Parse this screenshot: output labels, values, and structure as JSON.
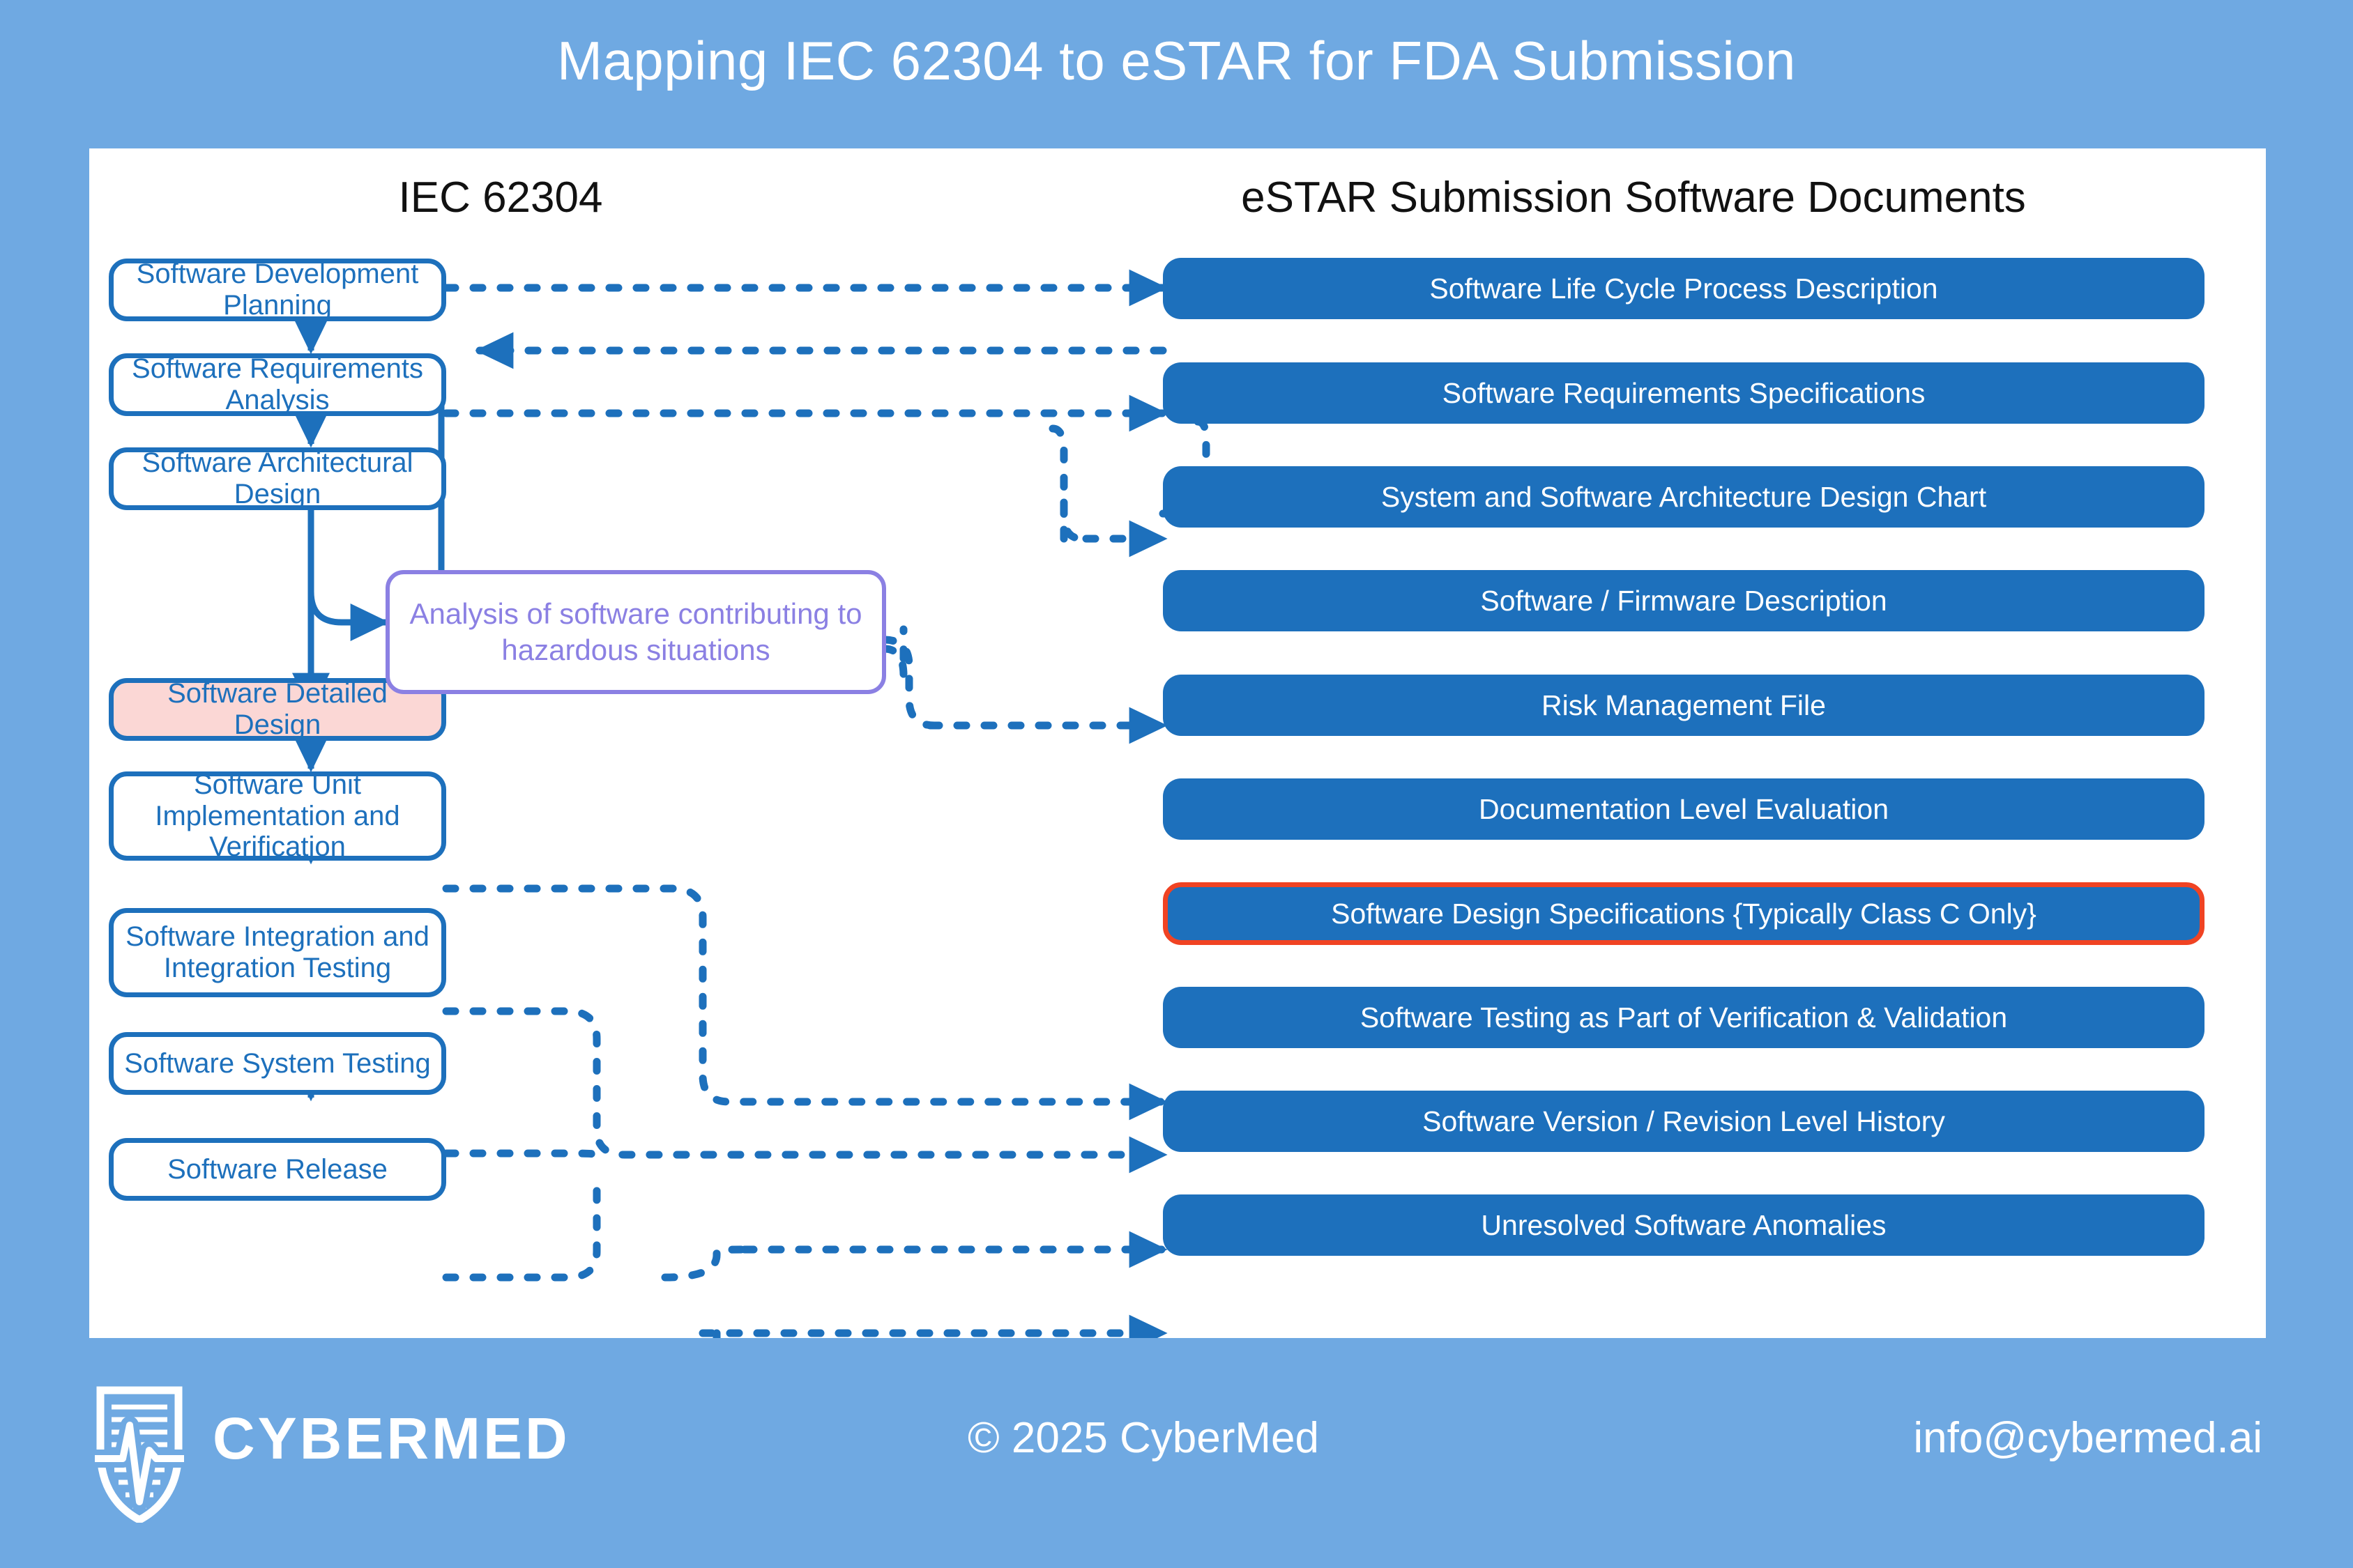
{
  "title": "Mapping IEC 62304 to eSTAR for FDA Submission",
  "panel": {
    "left_heading": "IEC 62304",
    "right_heading": "eSTAR Submission Software Documents"
  },
  "colors": {
    "page_background": "#6FA9E2",
    "panel_background": "#FFFFFF",
    "primary_blue": "#1D70BC",
    "highlight_pink": "#FBD7D5",
    "accent_purple": "#8B80E3",
    "flag_red": "#F04323",
    "title_text": "#FFFFFF"
  },
  "iec_process_steps": [
    {
      "id": "planning",
      "label": "Software Development Planning",
      "fill": "white"
    },
    {
      "id": "requirements",
      "label": "Software Requirements Analysis",
      "fill": "white"
    },
    {
      "id": "architecture",
      "label": "Software Architectural Design",
      "fill": "white"
    },
    {
      "id": "detailed",
      "label": "Software Detailed Design",
      "fill": "pink"
    },
    {
      "id": "unit",
      "label": "Software Unit Implementation and Verification",
      "fill": "white"
    },
    {
      "id": "integration",
      "label": "Software Integration and Integration Testing",
      "fill": "white"
    },
    {
      "id": "system-test",
      "label": "Software System Testing",
      "fill": "white"
    },
    {
      "id": "release",
      "label": "Software Release",
      "fill": "white"
    }
  ],
  "hazard_note": {
    "label": "Analysis of software contributing to hazardous situations"
  },
  "estar_documents": [
    {
      "id": "lifecycle",
      "label": "Software Life Cycle Process Description",
      "flagged": false
    },
    {
      "id": "srs",
      "label": "Software Requirements Specifications",
      "flagged": false
    },
    {
      "id": "arch-chart",
      "label": "System and Software Architecture Design Chart",
      "flagged": false
    },
    {
      "id": "firmware",
      "label": "Software / Firmware Description",
      "flagged": false
    },
    {
      "id": "risk-file",
      "label": "Risk Management File",
      "flagged": false
    },
    {
      "id": "doc-level",
      "label": "Documentation Level Evaluation",
      "flagged": false
    },
    {
      "id": "design-spec",
      "label": "Software Design Specifications {Typically Class C Only}",
      "flagged": true
    },
    {
      "id": "testing-vv",
      "label": "Software Testing as Part of Verification & Validation",
      "flagged": false
    },
    {
      "id": "version-hist",
      "label": "Software Version / Revision Level History",
      "flagged": false
    },
    {
      "id": "anomalies",
      "label": "Unresolved Software Anomalies",
      "flagged": false
    }
  ],
  "footer": {
    "brand": "CYBERMED",
    "logo_icon": "shield-ecg-icon",
    "copyright": "© 2025 CyberMed",
    "contact": "info@cybermed.ai"
  }
}
